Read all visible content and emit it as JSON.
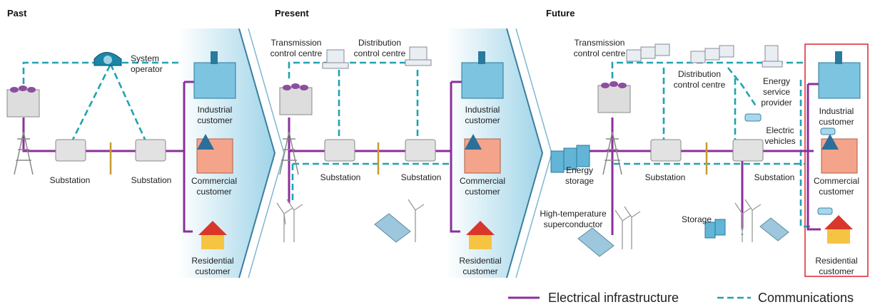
{
  "eras": {
    "past": "Past",
    "present": "Present",
    "future": "Future"
  },
  "labels": {
    "system_operator": [
      "System",
      "operator"
    ],
    "transmission_cc": [
      "Transmission",
      "control centre"
    ],
    "distribution_cc": [
      "Distribution",
      "control centre"
    ],
    "substation": "Substation",
    "industrial": [
      "Industrial",
      "customer"
    ],
    "commercial": [
      "Commercial",
      "customer"
    ],
    "residential": [
      "Residential",
      "customer"
    ],
    "energy_storage": [
      "Energy",
      "storage"
    ],
    "htsc": [
      "High-temperature",
      "superconductor"
    ],
    "storage": "Storage",
    "esp": [
      "Energy",
      "service",
      "provider"
    ],
    "ev": [
      "Electric",
      "vehicles"
    ]
  },
  "legend": {
    "electrical": "Electrical infrastructure",
    "communications": "Communications"
  },
  "colors": {
    "electrical": "#8b2f9b",
    "communications": "#1fa3b1",
    "highlight_box": "#e0313d",
    "arrow_fill": "#cfe9f3"
  }
}
